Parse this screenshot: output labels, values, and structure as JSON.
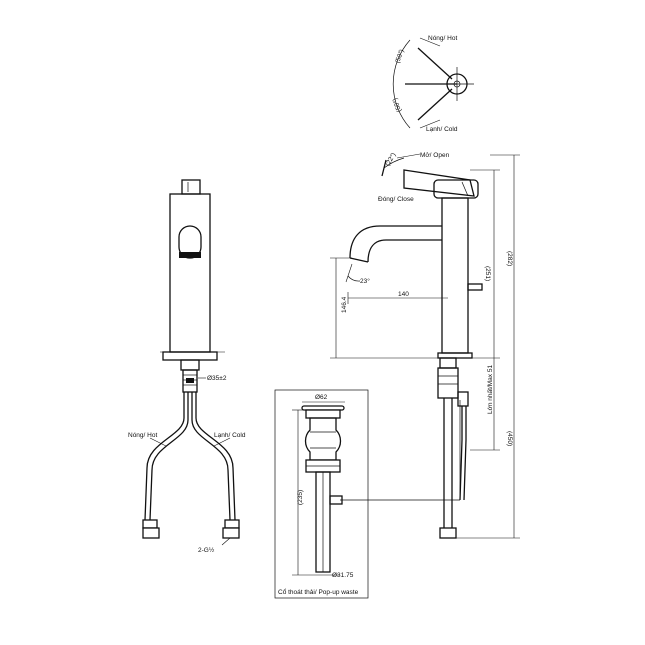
{
  "labels": {
    "hot_top": "Nóng/ Hot",
    "cold_top": "Lạnh/ Cold",
    "angle_top": "(50°)",
    "angle_bottom": "(50°)",
    "open": "Mở/ Open",
    "close": "Đóng/ Close",
    "lever_angle": "(22°)",
    "spout_angle": "23°",
    "hot_left": "Nóng/ Hot",
    "cold_left": "Lạnh/ Cold",
    "hole_dia": "Ø35±2",
    "thread": "2-G½",
    "waste_top_dia": "Ø62",
    "waste_bottom_dia": "Ø31.75",
    "waste_caption": "Cổ thoát thải/ Pop-up waste",
    "max_thickness": "Lớn nhất/Max 51"
  },
  "dimensions": {
    "reach": "140",
    "spout_height": "146.4",
    "body_height": "(251)",
    "total_height": "(282)",
    "overall_height": "(450)",
    "waste_length": "(235)"
  }
}
